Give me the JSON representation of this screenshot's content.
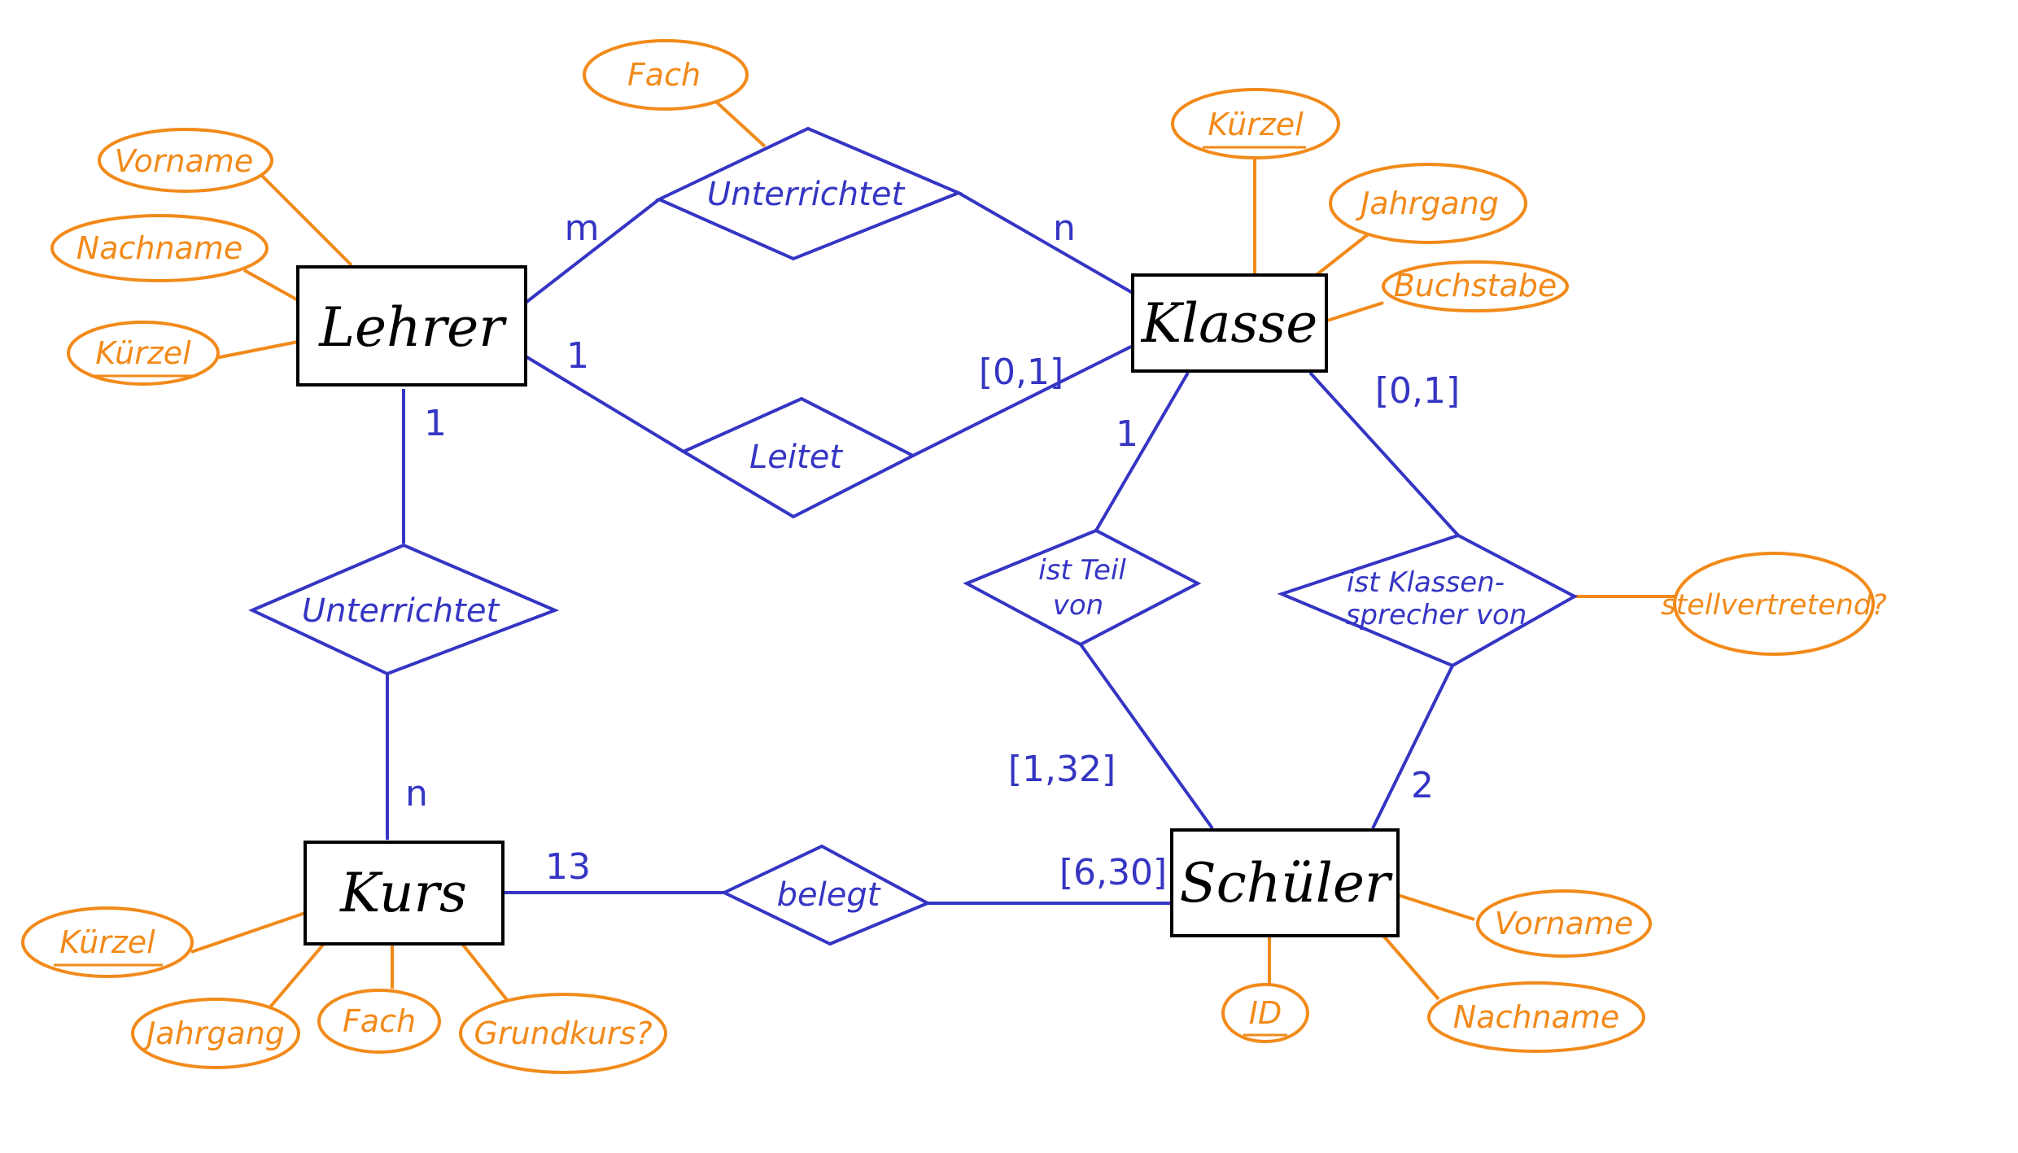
{
  "colors": {
    "entity": "#000000",
    "relationship": "#3535c4",
    "attribute": "#f28a1a"
  },
  "entities": {
    "lehrer": "Lehrer",
    "klasse": "Klasse",
    "kurs": "Kurs",
    "schueler": "Schüler"
  },
  "relationships": {
    "unterrichtet_klasse": "Unterrichtet",
    "leitet": "Leitet",
    "unterrichtet_kurs": "Unterrichtet",
    "ist_teil_von": [
      "ist Teil",
      "von"
    ],
    "ist_klassensprecher_von": [
      "ist Klassen-",
      "sprecher von"
    ],
    "belegt": "belegt"
  },
  "attributes": {
    "lehrer": {
      "vorname": "Vorname",
      "nachname": "Nachname",
      "kuerzel": "Kürzel"
    },
    "unterrichtet_klasse": {
      "fach": "Fach"
    },
    "klasse": {
      "kuerzel": "Kürzel",
      "jahrgang": "Jahrgang",
      "buchstabe": "Buchstabe"
    },
    "ist_klassensprecher_von": {
      "stellvertretend": "stellvertretend?"
    },
    "kurs": {
      "kuerzel": "Kürzel",
      "jahrgang": "Jahrgang",
      "fach": "Fach",
      "grundkurs": "Grundkurs?"
    },
    "schueler": {
      "id": "ID",
      "vorname": "Vorname",
      "nachname": "Nachname"
    }
  },
  "key_attributes": [
    "lehrer.kuerzel",
    "klasse.kuerzel",
    "kurs.kuerzel",
    "schueler.id"
  ],
  "cardinalities": {
    "lehrer_unterrichtet": "m",
    "klasse_unterrichtet": "n",
    "lehrer_leitet": "1",
    "klasse_leitet": "[0,1]",
    "lehrer_kurs_unterrichtet": "1",
    "kurs_unterrichtet": "n",
    "klasse_ist_teil_von": "1",
    "schueler_ist_teil_von": "[1,32]",
    "klasse_klassensprecher": "[0,1]",
    "schueler_klassensprecher": "2",
    "kurs_belegt": "13",
    "schueler_belegt": "[6,30]"
  }
}
